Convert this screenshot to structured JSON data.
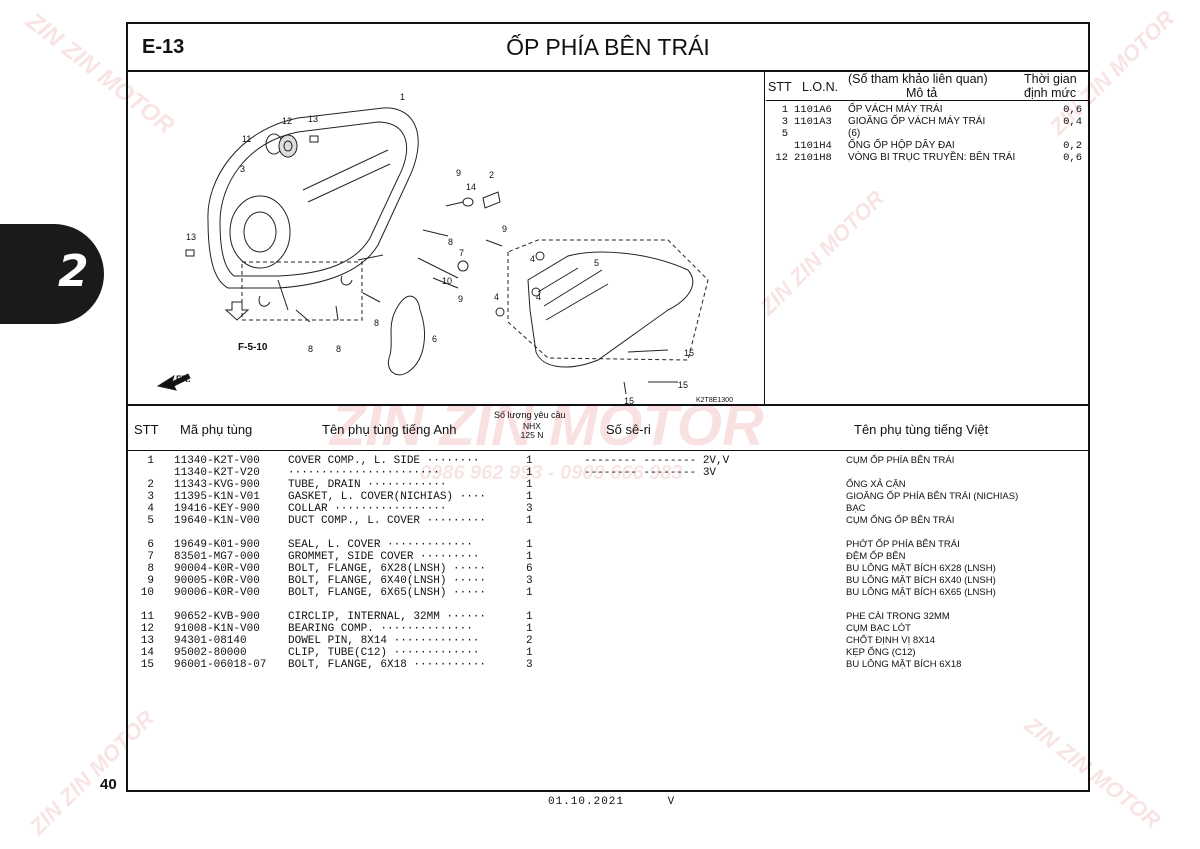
{
  "header": {
    "code": "E-13",
    "title": "ỐP PHÍA BÊN TRÁI"
  },
  "side_tab": "2",
  "page_number": "40",
  "footer": {
    "date": "01.10.2021",
    "rev": "V"
  },
  "diagram": {
    "callouts": [
      "1",
      "2",
      "3",
      "4",
      "4",
      "5",
      "6",
      "7",
      "8",
      "8",
      "8",
      "9",
      "9",
      "9",
      "10",
      "11",
      "12",
      "13",
      "13",
      "14",
      "15",
      "15",
      "15"
    ],
    "ref": "F-5-10",
    "fr": "FR.",
    "code": "K2T8E1300"
  },
  "lon_table": {
    "headers": {
      "stt": "STT",
      "lon": "L.O.N.",
      "desc1": "(Số tham khảo liên quan)",
      "desc2": "Mô tả",
      "time1": "Thời gian",
      "time2": "định mức"
    },
    "rows": [
      {
        "stt": "1",
        "lon": "1101A6",
        "desc": "ỐP VÁCH MÁY TRÁI",
        "time": "0,6"
      },
      {
        "stt": "3",
        "lon": "1101A3",
        "desc": "GIOĂNG ỐP VÁCH MÁY TRÁI",
        "time": "0,4"
      },
      {
        "stt": "5",
        "lon": "",
        "desc": "(6)",
        "time": ""
      },
      {
        "stt": "",
        "lon": "1101H4",
        "desc": "ỐNG ỐP HỘP DÂY ĐAI",
        "time": "0,2"
      },
      {
        "stt": "12",
        "lon": "2101H8",
        "desc": "VÒNG BI TRỤC TRUYỀN: BÊN TRÁI",
        "time": "0,6"
      }
    ]
  },
  "parts_table": {
    "headers": {
      "stt": "STT",
      "code": "Mã phụ tùng",
      "en": "Tên phụ tùng tiếng Anh",
      "qty_title": "Số lượng yêu cầu",
      "qty_model": "NHX 125 N",
      "serial": "Số sê-ri",
      "vn": "Tên phụ tùng tiếng Việt"
    },
    "rows": [
      {
        "stt": "1",
        "code": "11340-K2T-V00",
        "en": "COVER COMP., L. SIDE ········",
        "qty": "1",
        "serial": "-------- -------- 2V,V",
        "vn": "CỤM ỐP PHÍA BÊN TRÁI"
      },
      {
        "stt": "",
        "code": "11340-K2T-V20",
        "en": "·······················",
        "qty": "1",
        "serial": "-------- -------- 3V",
        "vn": ""
      },
      {
        "stt": "2",
        "code": "11343-KVG-900",
        "en": "TUBE, DRAIN ············",
        "qty": "1",
        "serial": "",
        "vn": "ỐNG XẢ CẶN"
      },
      {
        "stt": "3",
        "code": "11395-K1N-V01",
        "en": "GASKET, L. COVER(NICHIAS) ····",
        "qty": "1",
        "serial": "",
        "vn": "GIOĂNG ỐP PHÍA BÊN TRÁI (NICHIAS)"
      },
      {
        "stt": "4",
        "code": "19416-KEY-900",
        "en": "COLLAR ·················",
        "qty": "3",
        "serial": "",
        "vn": "BẠC"
      },
      {
        "stt": "5",
        "code": "19640-K1N-V00",
        "en": "DUCT COMP., L. COVER ·········",
        "qty": "1",
        "serial": "",
        "vn": "CỤM ỐNG ỐP BÊN TRÁI"
      },
      {
        "stt": "6",
        "code": "19649-K01-900",
        "en": "SEAL, L. COVER ·············",
        "qty": "1",
        "serial": "",
        "vn": "PHỚT ỐP PHÍA BÊN TRÁI"
      },
      {
        "stt": "7",
        "code": "83501-MG7-000",
        "en": "GROMMET, SIDE COVER ·········",
        "qty": "1",
        "serial": "",
        "vn": "ĐỆM ỐP BÊN"
      },
      {
        "stt": "8",
        "code": "90004-K0R-V00",
        "en": "BOLT, FLANGE, 6X28(LNSH) ·····",
        "qty": "6",
        "serial": "",
        "vn": "BU LÔNG MẶT BÍCH 6X28 (LNSH)"
      },
      {
        "stt": "9",
        "code": "90005-K0R-V00",
        "en": "BOLT, FLANGE, 6X40(LNSH) ·····",
        "qty": "3",
        "serial": "",
        "vn": "BU LÔNG MẶT BÍCH 6X40 (LNSH)"
      },
      {
        "stt": "10",
        "code": "90006-K0R-V00",
        "en": "BOLT, FLANGE, 6X65(LNSH) ·····",
        "qty": "1",
        "serial": "",
        "vn": "BU LÔNG MẶT BÍCH 6X65 (LNSH)"
      },
      {
        "stt": "11",
        "code": "90652-KVB-900",
        "en": "CIRCLIP, INTERNAL, 32MM ······",
        "qty": "1",
        "serial": "",
        "vn": "PHE CÀI TRONG 32MM"
      },
      {
        "stt": "12",
        "code": "91008-K1N-V00",
        "en": "BEARING COMP. ··············",
        "qty": "1",
        "serial": "",
        "vn": "CỤM BẠC LÓT"
      },
      {
        "stt": "13",
        "code": "94301-08140",
        "en": "DOWEL PIN, 8X14 ·············",
        "qty": "2",
        "serial": "",
        "vn": "CHỐT ĐỊNH VỊ 8X14"
      },
      {
        "stt": "14",
        "code": "95002-80000",
        "en": "CLIP, TUBE(C12) ·············",
        "qty": "1",
        "serial": "",
        "vn": "KẸP ỐNG (C12)"
      },
      {
        "stt": "15",
        "code": "96001-06018-07",
        "en": "BOLT, FLANGE, 6X18 ···········",
        "qty": "3",
        "serial": "",
        "vn": "BU LÔNG MẶT BÍCH 6X18"
      }
    ]
  },
  "watermark": {
    "brand": "ZIN ZIN MOTOR",
    "phone": "0986 962 993 - 0909 666 983"
  }
}
